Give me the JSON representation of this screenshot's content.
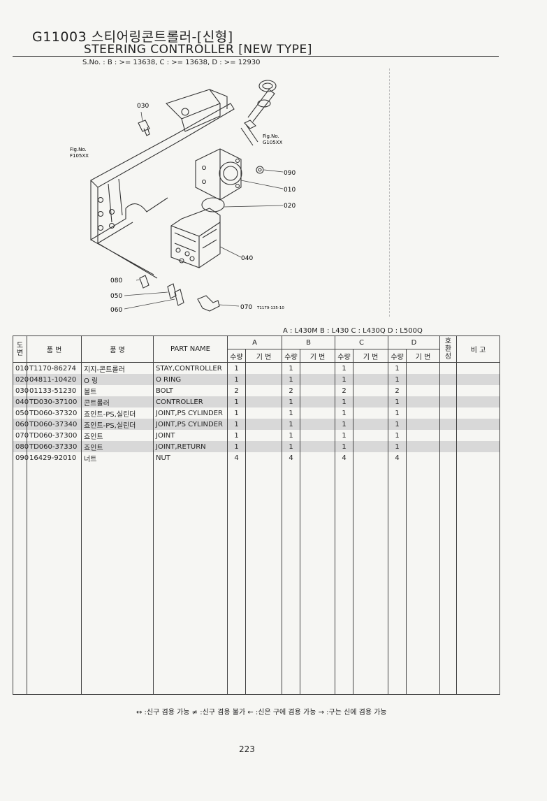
{
  "header": {
    "title_kr": "G11003 스티어링콘트롤러-[신형]",
    "title_en": "STEERING CONTROLLER [NEW TYPE]",
    "serial": "S.No. :  B : >= 13638,    C : >= 13638,    D : >= 12930"
  },
  "diagram": {
    "fig_ref_left": [
      "Fig.No.",
      "F105XX"
    ],
    "fig_ref_right": [
      "Fig.No.",
      "G105XX"
    ],
    "callouts": {
      "c030": "030",
      "c090": "090",
      "c010": "010",
      "c020": "020",
      "c040": "040",
      "c080": "080",
      "c050": "050",
      "c060": "060",
      "c070": "070"
    },
    "drawing_code": "T1179-135-10"
  },
  "models": "A : L430M    B : L430    C : L430Q    D : L500Q",
  "table": {
    "headers": {
      "ref": "도\n변",
      "part_no": "품  번",
      "part_name_kr": "품  명",
      "part_name": "PART NAME",
      "A": "A",
      "B": "B",
      "C": "C",
      "D": "D",
      "qty": "수량",
      "alt_no": "기 번",
      "compat": "호\n환\n성",
      "remark": "비  고"
    },
    "rows": [
      {
        "ref": "010",
        "part_no": "T1170-86274",
        "name_kr": "지지-콘트롤러",
        "name_en": "STAY,CONTROLLER",
        "qa": "1",
        "qb": "1",
        "qc": "1",
        "qd": "1"
      },
      {
        "ref": "020",
        "part_no": "04811-10420",
        "name_kr": "O 링",
        "name_en": "O RING",
        "qa": "1",
        "qb": "1",
        "qc": "1",
        "qd": "1"
      },
      {
        "ref": "030",
        "part_no": "01133-51230",
        "name_kr": "볼트",
        "name_en": "BOLT",
        "qa": "2",
        "qb": "2",
        "qc": "2",
        "qd": "2"
      },
      {
        "ref": "040",
        "part_no": "TD030-37100",
        "name_kr": "콘트롤러",
        "name_en": "CONTROLLER",
        "qa": "1",
        "qb": "1",
        "qc": "1",
        "qd": "1"
      },
      {
        "ref": "050",
        "part_no": "TD060-37320",
        "name_kr": "죠인트-PS,실린더",
        "name_en": "JOINT,PS CYLINDER",
        "qa": "1",
        "qb": "1",
        "qc": "1",
        "qd": "1"
      },
      {
        "ref": "060",
        "part_no": "TD060-37340",
        "name_kr": "죠인트-PS,실린더",
        "name_en": "JOINT,PS CYLINDER",
        "qa": "1",
        "qb": "1",
        "qc": "1",
        "qd": "1"
      },
      {
        "ref": "070",
        "part_no": "TD060-37300",
        "name_kr": "죠인트",
        "name_en": "JOINT",
        "qa": "1",
        "qb": "1",
        "qc": "1",
        "qd": "1"
      },
      {
        "ref": "080",
        "part_no": "TD060-37330",
        "name_kr": "죠인트",
        "name_en": "JOINT,RETURN",
        "qa": "1",
        "qb": "1",
        "qc": "1",
        "qd": "1"
      },
      {
        "ref": "090",
        "part_no": "16429-92010",
        "name_kr": "너트",
        "name_en": "NUT",
        "qa": "4",
        "qb": "4",
        "qc": "4",
        "qd": "4"
      }
    ]
  },
  "legend": "↔ :신구 겸용 가능    ≠ :신구 겸용 불가    ← :신은 구에 겸용 가능    → :구는 신에 겸용 가능",
  "page_number": "223"
}
